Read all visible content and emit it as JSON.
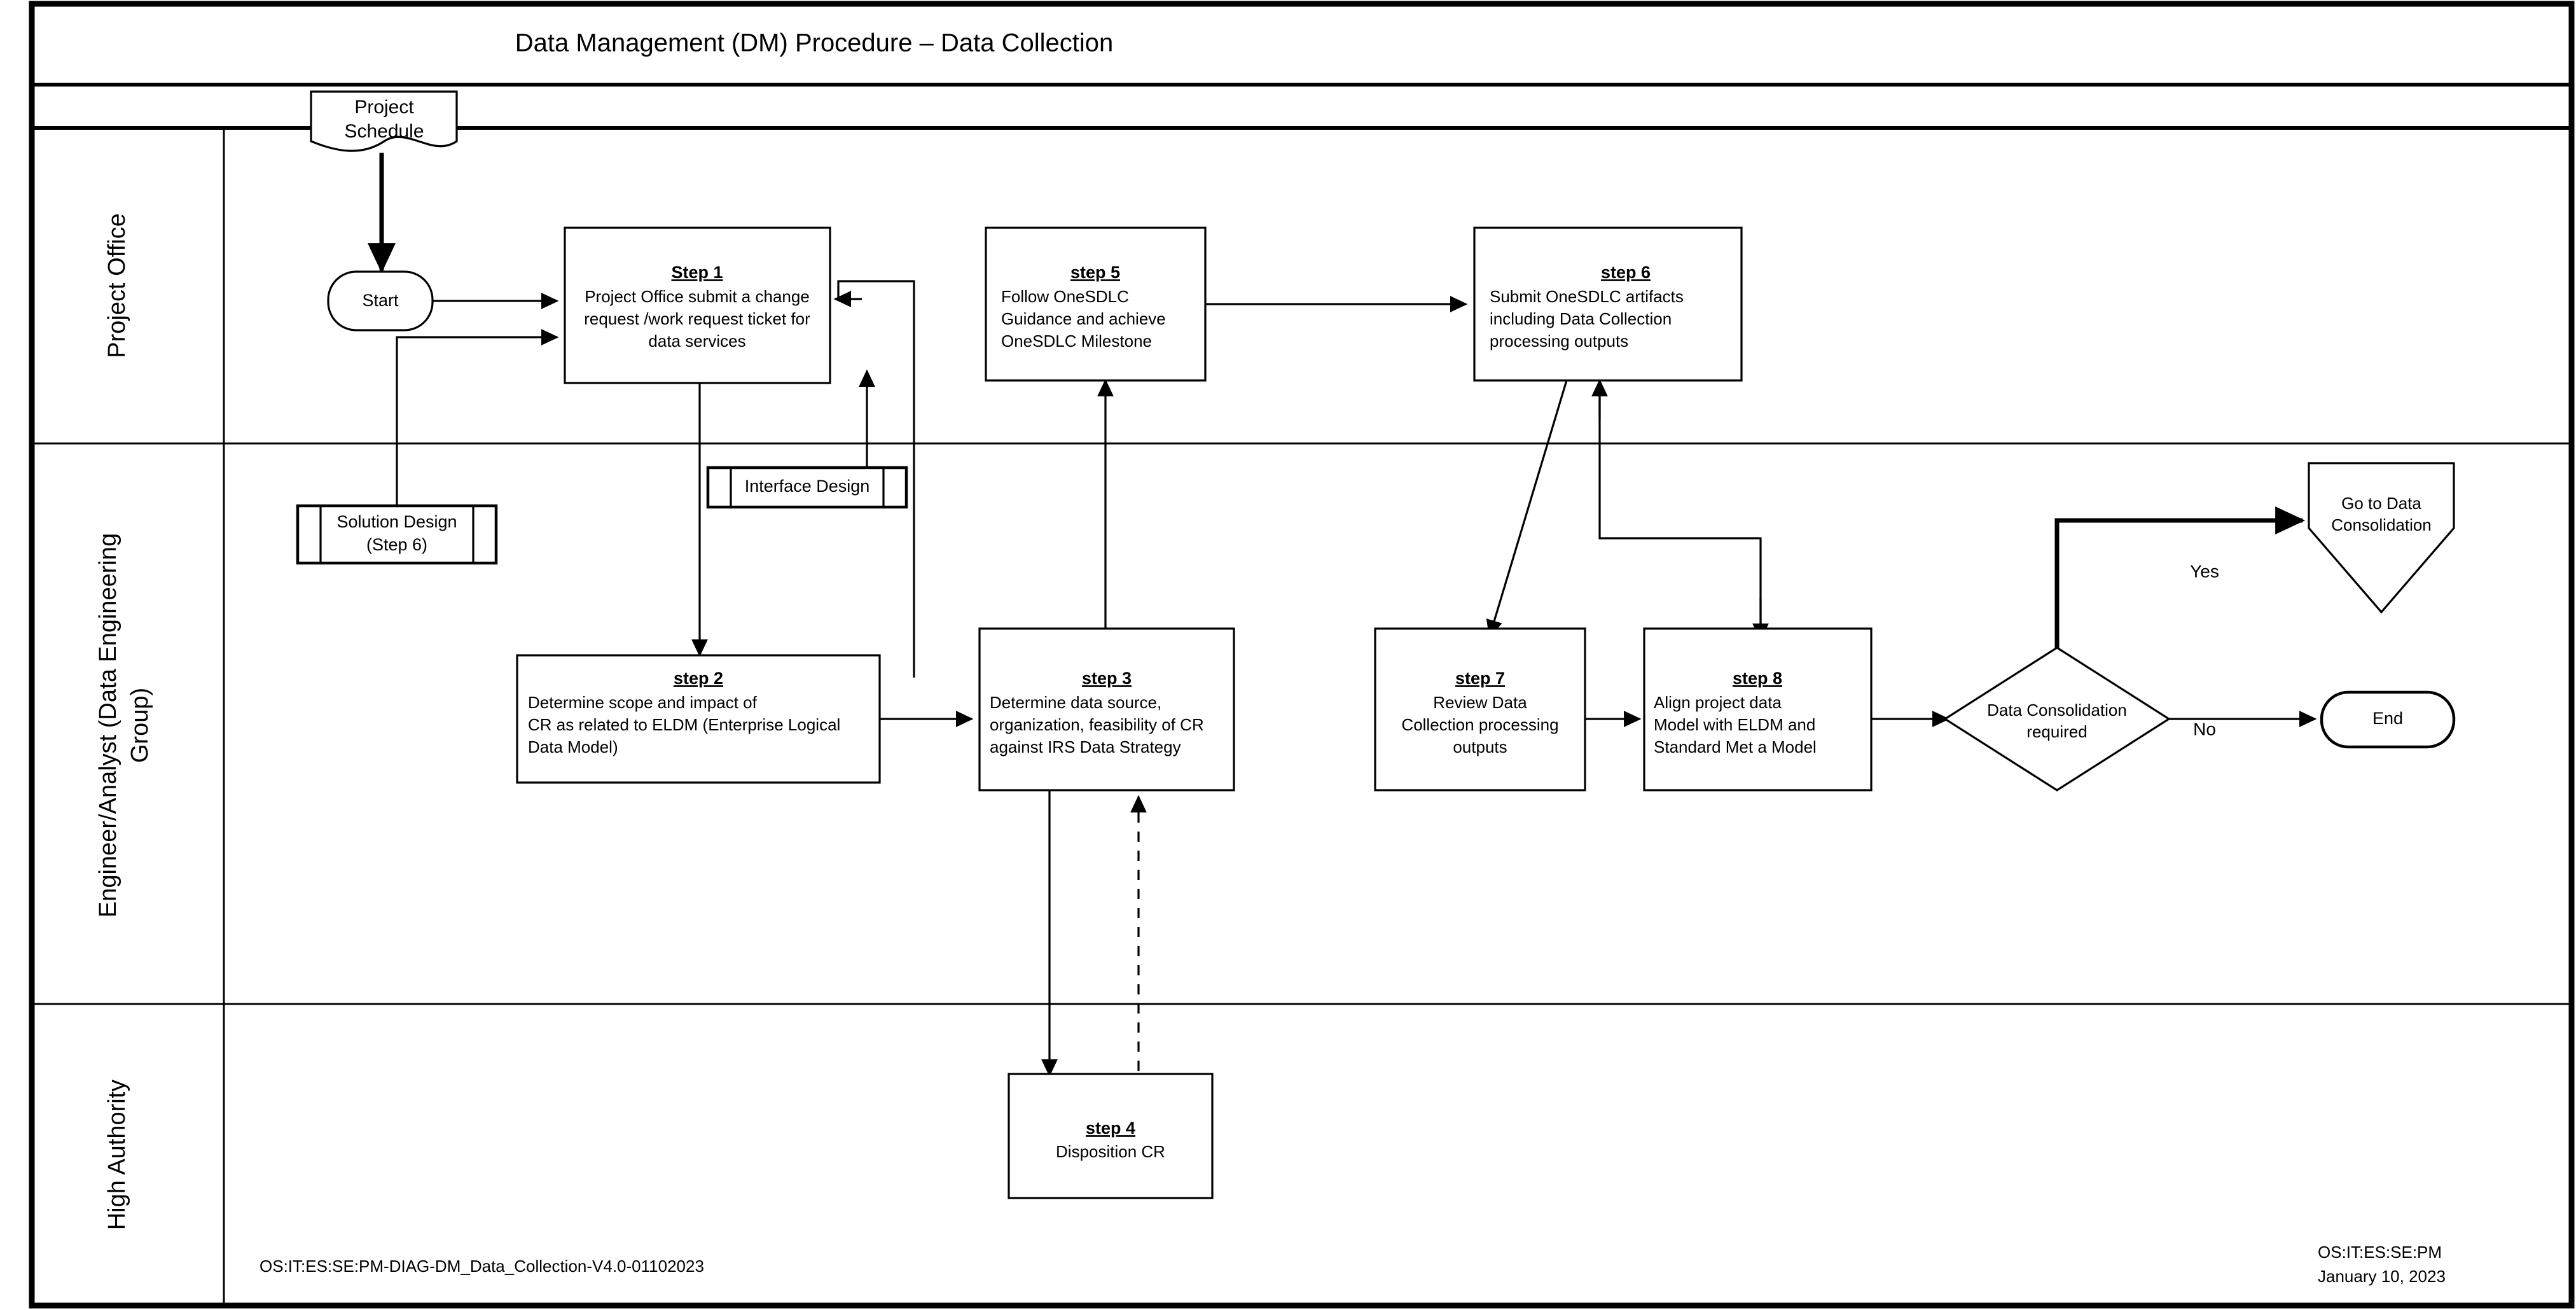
{
  "document": {
    "title": "Data Management (DM) Procedure – Data Collection"
  },
  "lanes": [
    {
      "id": "project-office",
      "label": "Project Office"
    },
    {
      "id": "engineer-analyst",
      "label_line1": "Engineer/Analyst (Data Engineering",
      "label_line2": "Group)"
    },
    {
      "id": "high-authority",
      "label": "High Authority"
    }
  ],
  "nodes": {
    "project_schedule": {
      "type": "document",
      "line1": "Project",
      "line2": "Schedule"
    },
    "start": {
      "type": "terminator",
      "label": "Start"
    },
    "step1": {
      "type": "process",
      "heading": "Step 1",
      "lines": [
        "Project Office submit a change",
        "request /work request ticket for",
        "data services"
      ]
    },
    "step5": {
      "type": "process",
      "heading": "step 5",
      "lines": [
        "Follow OneSDLC",
        "Guidance and achieve",
        "OneSDLC Milestone"
      ]
    },
    "step6": {
      "type": "process",
      "heading": "step  6",
      "lines": [
        "Submit OneSDLC artifacts",
        "including Data Collection",
        "processing outputs"
      ]
    },
    "solution_design": {
      "type": "predefined-process",
      "line1": "Solution Design",
      "line2": "(Step 6)"
    },
    "interface_design": {
      "type": "predefined-process",
      "line1": "Interface Design",
      "line2": ""
    },
    "step2": {
      "type": "process",
      "heading": "step  2",
      "lines": [
        "Determine scope and impact of",
        "CR as related to ELDM (Enterprise Logical",
        "Data Model)"
      ]
    },
    "step3": {
      "type": "process",
      "heading": "step 3",
      "lines": [
        "Determine data source,",
        "organization, feasibility of CR",
        "against IRS Data Strategy"
      ]
    },
    "step4": {
      "type": "process",
      "heading": "step 4",
      "lines": [
        "Disposition CR"
      ]
    },
    "step7": {
      "type": "process",
      "heading": "step 7",
      "lines": [
        "Review Data",
        "Collection processing",
        "outputs"
      ]
    },
    "step8": {
      "type": "process",
      "heading": "step 8",
      "lines": [
        "Align project data",
        "Model with ELDM and",
        "Standard Met a Model"
      ]
    },
    "decision": {
      "type": "decision",
      "line1": "Data Consolidation",
      "line2": "required"
    },
    "goto_data_consolidation": {
      "type": "off-page-connector",
      "line1": "Go to Data",
      "line2": "Consolidation"
    },
    "end": {
      "type": "terminator",
      "label": "End"
    }
  },
  "edge_labels": {
    "yes": "Yes",
    "no": "No"
  },
  "footer": {
    "left": "OS:IT:ES:SE:PM-DIAG-DM_Data_Collection-V4.0-01102023",
    "right_line1": "OS:IT:ES:SE:PM",
    "right_line2": "January 10, 2023"
  },
  "colors": {
    "stroke": "#000000",
    "background": "#ffffff"
  }
}
